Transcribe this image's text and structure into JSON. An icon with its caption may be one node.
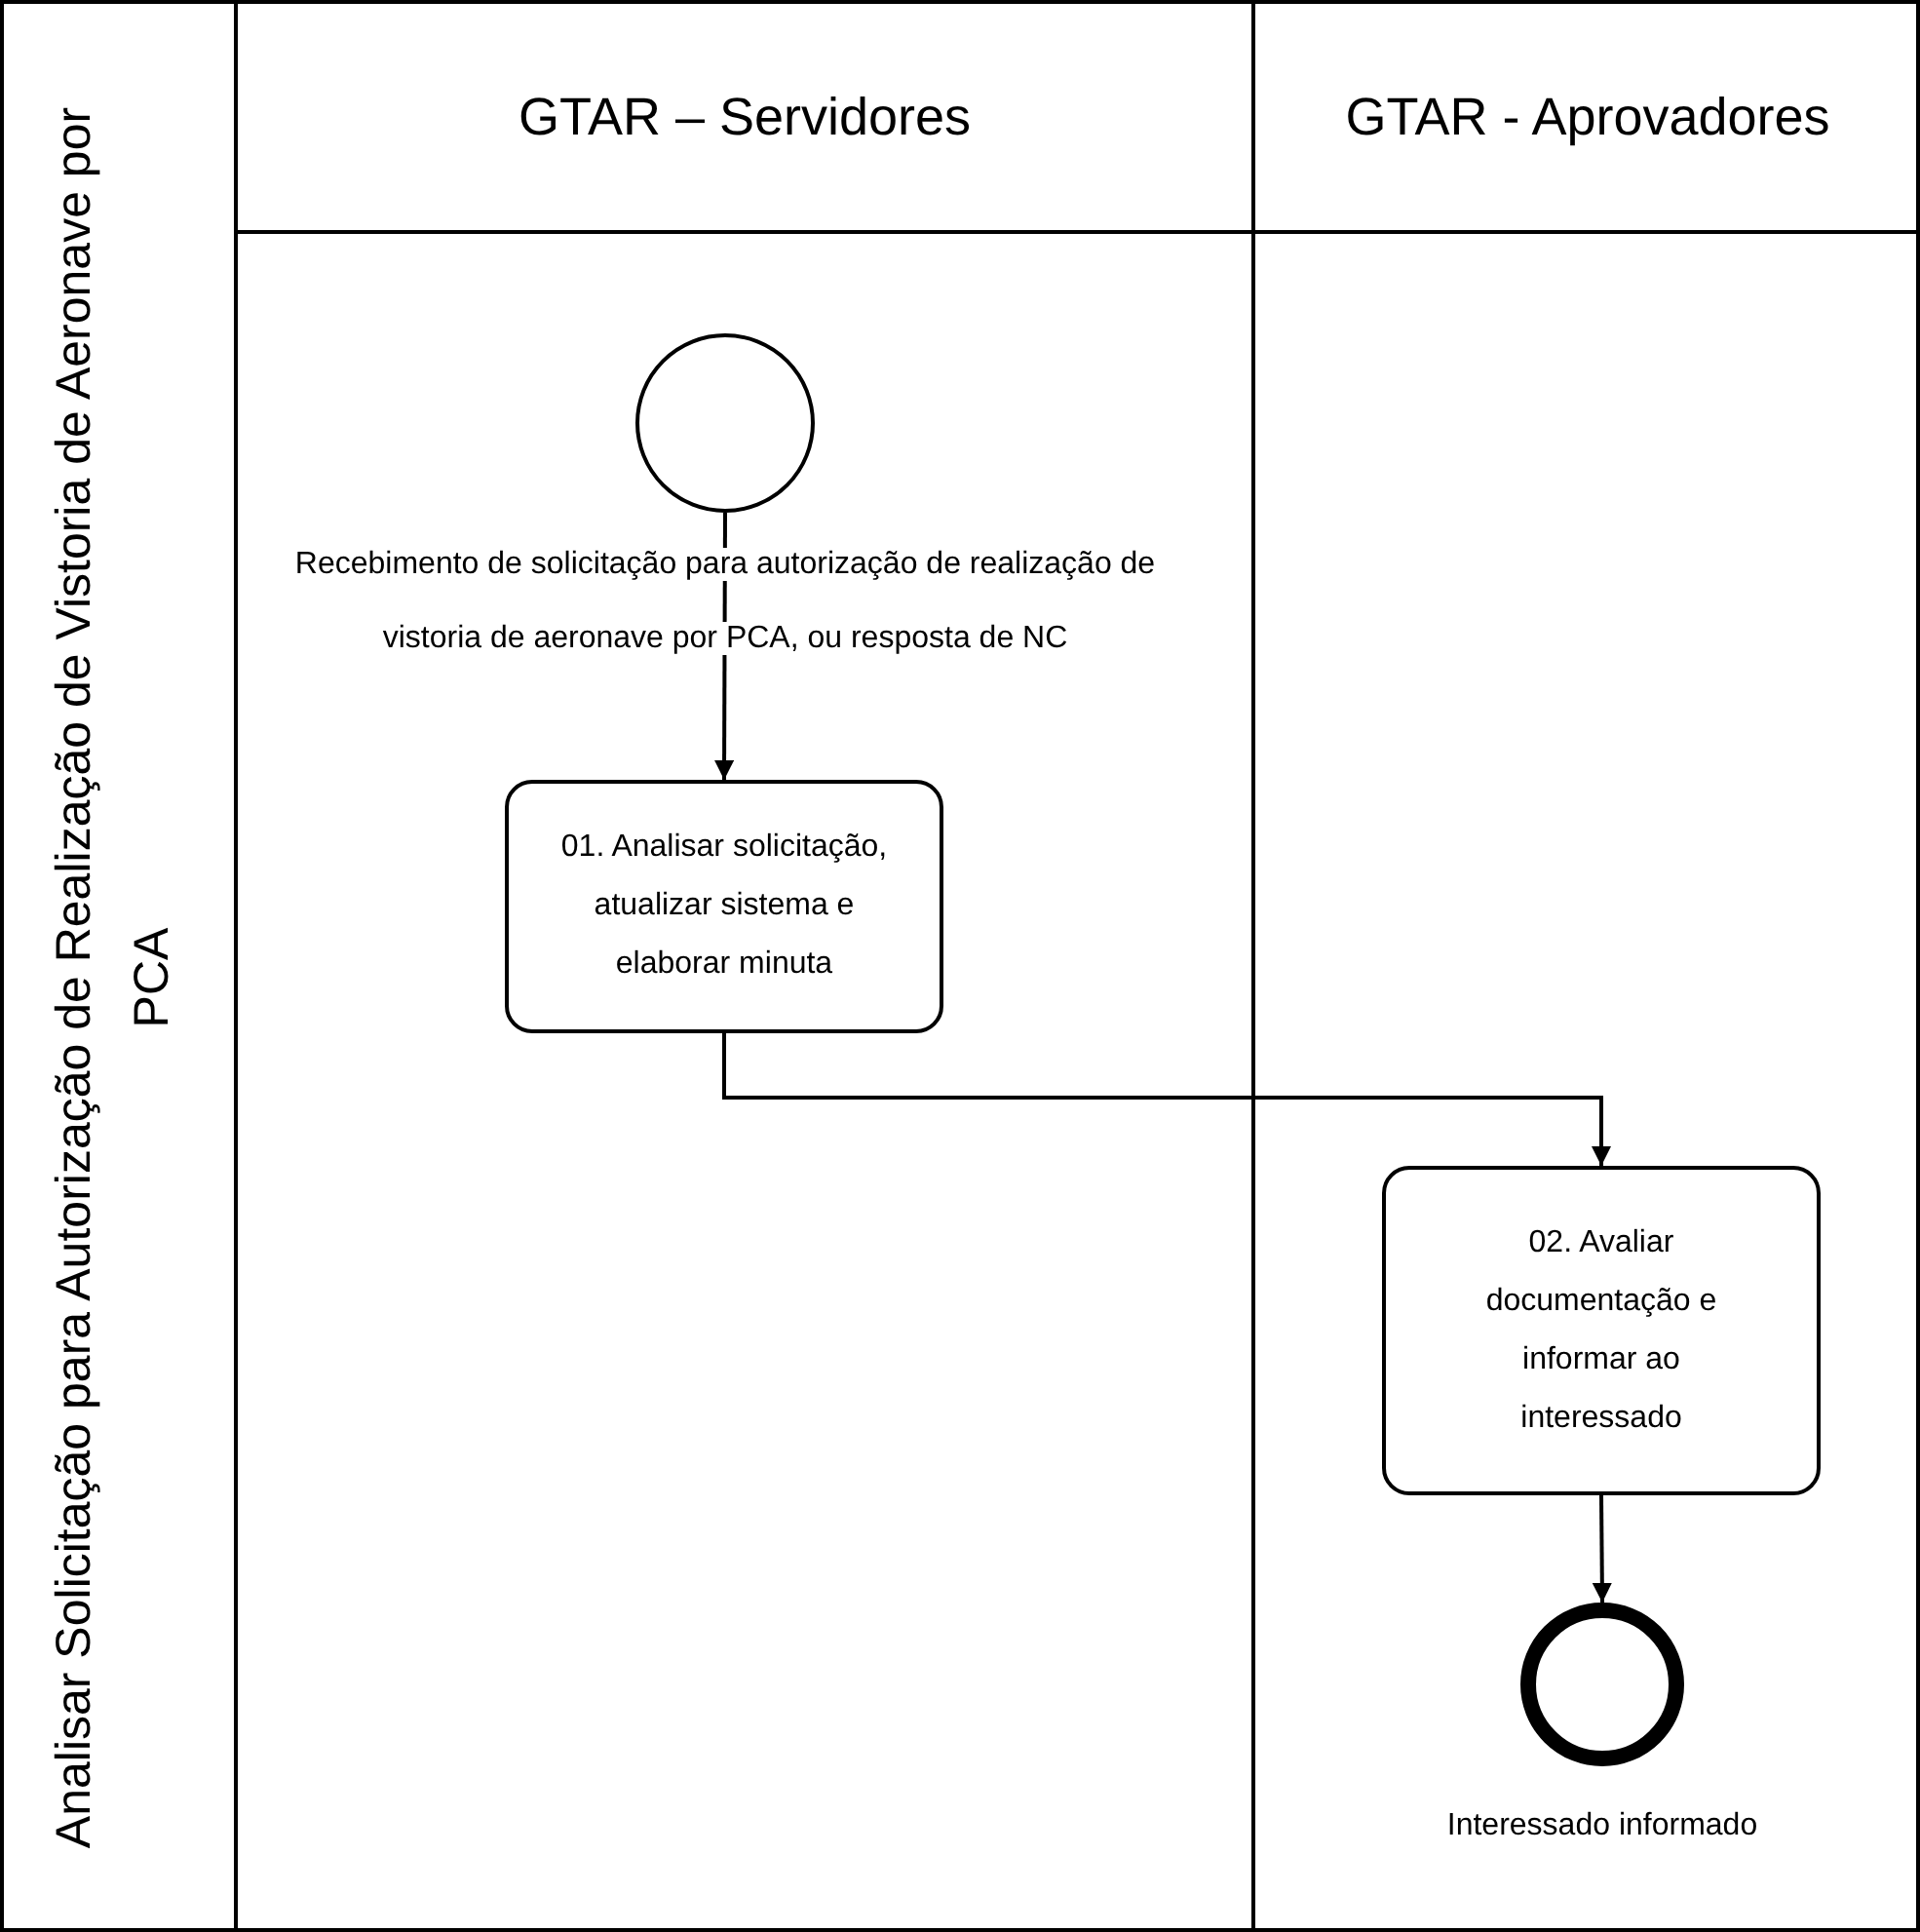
{
  "diagram": {
    "nodes": [
      {
        "text": [
          "Analisar Solicitação para Autorização de Realização de Vistoria de Aeronave por PCA"
        ]
      },
      {
        "text": [
          "GTAR – Servidores"
        ],
        "in": 0
      },
      {
        "text": [
          "GTAR - Aprovadores"
        ],
        "in": 0
      },
      {
        "text": [],
        "shape": "circle",
        "in": 1,
        "beside": [
          "Recebimento de solicitação para autorização de realização de vistoria de aeronave por PCA, ou resposta de NC"
        ]
      },
      {
        "text": [
          "01. Analisar solicitação, atualizar sistema e elaborar minuta"
        ],
        "in": 1
      },
      {
        "text": [
          "02. Avaliar documentação e informar ao interessado"
        ],
        "in": 2
      },
      {
        "text": [],
        "shape": "circle",
        "in": 2,
        "beside": [
          "Interessado informado"
        ]
      }
    ],
    "edges": [
      {
        "from": 3,
        "to": 4,
        "arrow": "to"
      },
      {
        "from": 4,
        "to": 5,
        "arrow": "to"
      },
      {
        "from": 5,
        "to": 6,
        "arrow": "to"
      }
    ]
  }
}
